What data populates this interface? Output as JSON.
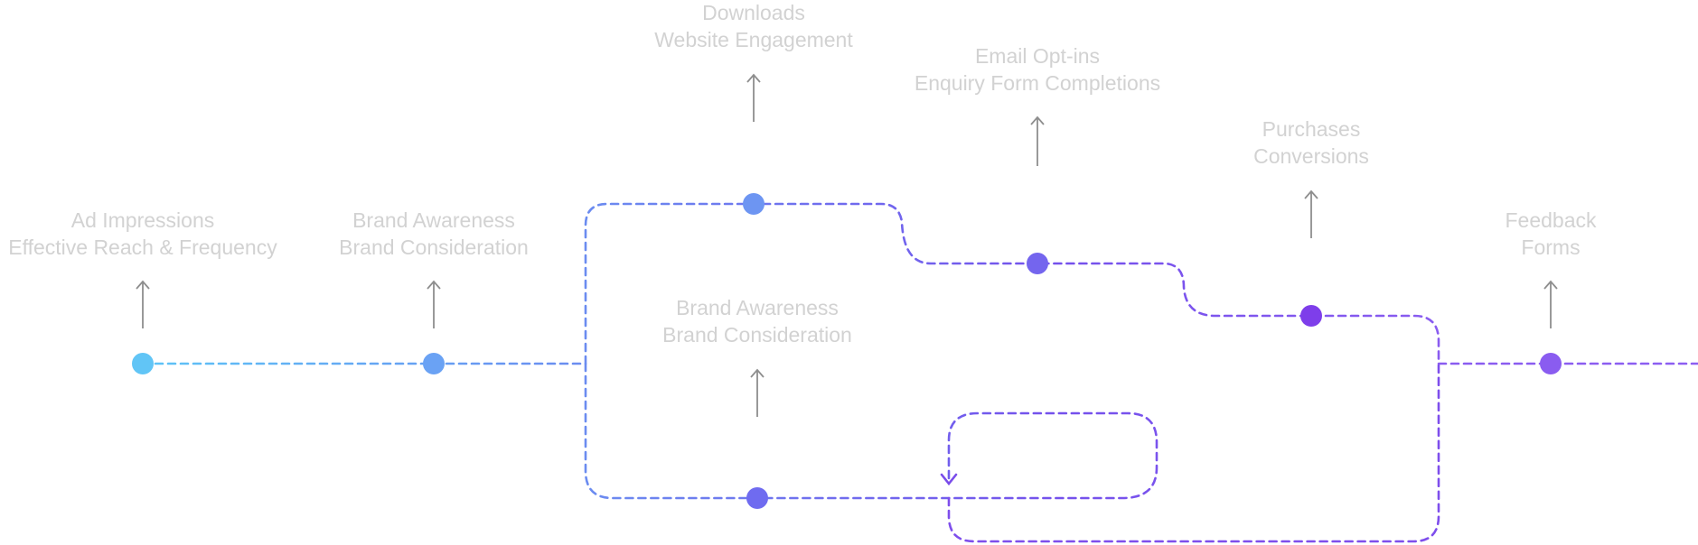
{
  "colors": {
    "background": "#ffffff",
    "label_text": "#d2d2d2",
    "arrow": "#8e8e8e",
    "path_start": "#5ec4f7",
    "path_mid": "#6b8cf0",
    "path_end": "#7a4cea"
  },
  "stages": [
    {
      "id": "ad-impressions",
      "lines": [
        "Ad Impressions",
        "Effective Reach & Frequency"
      ],
      "node_color": "#61c5f6"
    },
    {
      "id": "brand-awareness-1",
      "lines": [
        "Brand Awareness",
        "Brand Consideration"
      ],
      "node_color": "#6aa2f4"
    },
    {
      "id": "downloads",
      "lines": [
        "Downloads",
        "Website Engagement"
      ],
      "node_color": "#6d95f2"
    },
    {
      "id": "email-optins",
      "lines": [
        "Email Opt-ins",
        "Enquiry Form Completions"
      ],
      "node_color": "#7465ee"
    },
    {
      "id": "purchases",
      "lines": [
        "Purchases",
        "Conversions"
      ],
      "node_color": "#7e3eea"
    },
    {
      "id": "brand-awareness-2",
      "lines": [
        "Brand Awareness",
        "Brand Consideration"
      ],
      "node_color": "#6f6bf0"
    },
    {
      "id": "feedback",
      "lines": [
        "Feedback",
        "Forms"
      ],
      "node_color": "#8a5cf0"
    }
  ]
}
